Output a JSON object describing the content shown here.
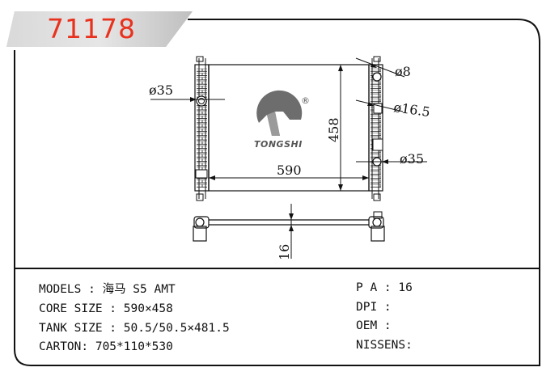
{
  "part_number": "71178",
  "brand": {
    "name": "TONGSHI",
    "registered_mark": "®"
  },
  "dimensions": {
    "width": "590",
    "height": "458",
    "thickness": "16",
    "outlet_left": "ø35",
    "outlet_right": "ø35",
    "pipe_small": "ø8",
    "pipe_mid": "ø16.5"
  },
  "specs": {
    "models": "MODELS : 海马 S5 AMT",
    "core_size": "CORE SIZE : 590×458",
    "tank_size": "TANK SIZE : 50.5/50.5×481.5",
    "carton": "CARTON: 705*110*530",
    "pa": "P A : 16",
    "dpi": "DPI :",
    "oem": "OEM :",
    "nissens": "NISSENS:"
  },
  "colors": {
    "accent": "#e8321e",
    "banner_gray": "#c8c8c8",
    "line": "#111111"
  }
}
